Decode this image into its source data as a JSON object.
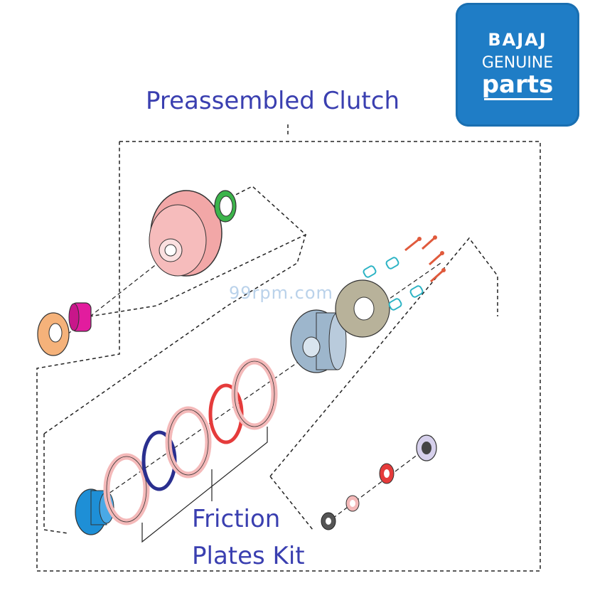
{
  "diagram": {
    "title": "Preassembled Clutch",
    "kit_label_line1": "Friction",
    "kit_label_line2": "Plates Kit",
    "watermark": "99rpm.com"
  },
  "logo": {
    "brand": "BAJAJ",
    "line2": "GENUINE",
    "line3": "parts"
  },
  "colors": {
    "label_text": "#3a3fb0",
    "logo_bg": "#1f7dc6",
    "outer_housing": "#f2a7a7",
    "green_washer": "#3cb44b",
    "orange_washer": "#f5b27a",
    "magenta_bush": "#e21c9e",
    "hub": "#9db6cc",
    "pressure_plate": "#b8b29a",
    "spring": "#2bb3c4",
    "bolt": "#e05a3c",
    "friction_plate": "#f4b9b9",
    "steel_plate_red": "#e53b3b",
    "steel_plate_blue": "#2a2f8f",
    "release_part": "#1e8fd6"
  }
}
